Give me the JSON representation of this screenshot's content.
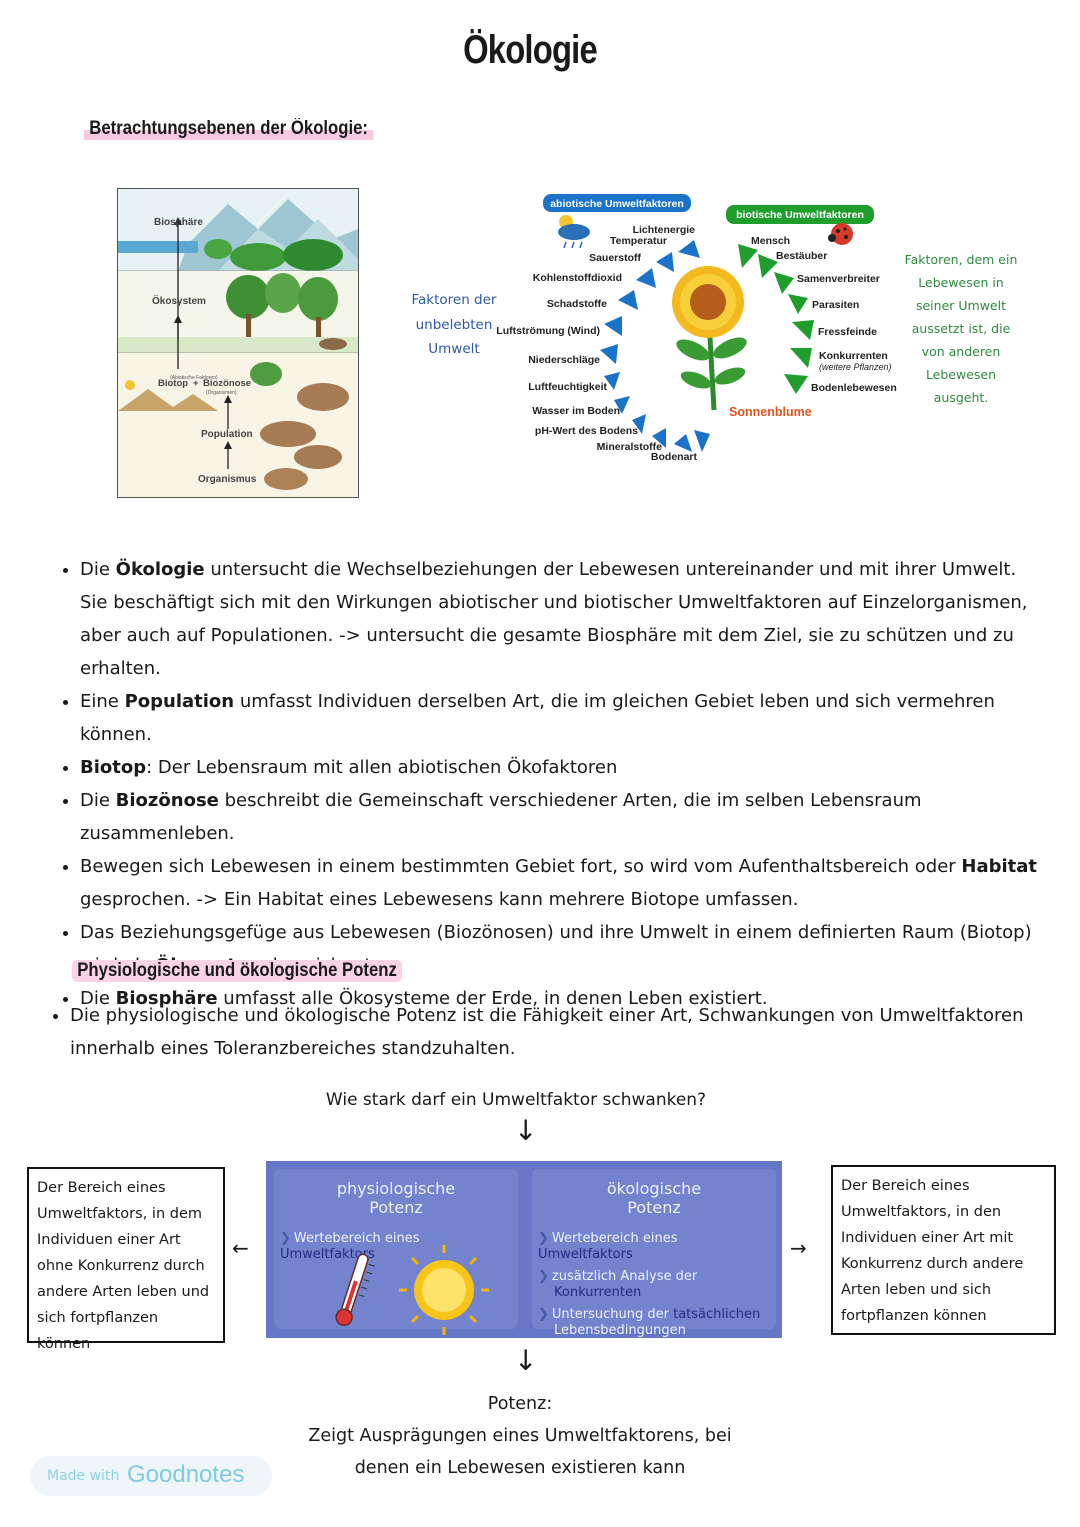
{
  "title": "Ökologie",
  "section1": {
    "heading": "Betrachtungsebenen der Ökologie:",
    "levels_figure": {
      "labels": [
        "Biosphäre",
        "Ökosystem",
        "(Abiotische Faktoren)",
        "Biotop",
        "+",
        "Biozönose",
        "(Organismen)",
        "Population",
        "Organismus"
      ]
    },
    "factors_figure": {
      "abiotic_header": "abiotische Umweltfaktoren",
      "biotic_header": "biotische Umweltfaktoren",
      "abiotic": [
        "Lichtenergie",
        "Temperatur",
        "Sauerstoff",
        "Kohlenstoffdioxid",
        "Schadstoffe",
        "Luftströmung (Wind)",
        "Niederschläge",
        "Luftfeuchtigkeit",
        "Wasser im Boden",
        "pH-Wert des Bodens",
        "Mineralstoffe",
        "Bodenart"
      ],
      "biotic": [
        "Mensch",
        "Bestäuber",
        "Samenverbreiter",
        "Parasiten",
        "Fressfeinde",
        "Konkurrenten",
        "(weitere Pflanzen)",
        "Bodenlebewesen"
      ],
      "center": "Sonnenblume"
    },
    "left_note": "Faktoren der unbelebten Umwelt",
    "right_note": "Faktoren, dem ein Lebewesen in seiner Umwelt aussetzt ist, die von anderen Lebewesen ausgeht."
  },
  "bullets": [
    {
      "pre": "Die ",
      "bold": "Ökologie",
      "post": " untersucht die Wechselbeziehungen der Lebewesen untereinander und mit ihrer Umwelt. Sie beschäftigt sich mit den Wirkungen abiotischer und biotischer Umweltfaktoren auf Einzelorganismen, aber auch auf Populationen. -> untersucht die gesamte Biosphäre mit dem Ziel, sie zu schützen und zu erhalten."
    },
    {
      "pre": "Eine ",
      "bold": "Population",
      "post": " umfasst Individuen derselben Art, die im gleichen Gebiet leben und sich vermehren können."
    },
    {
      "pre": "",
      "bold": "Biotop",
      "post": ": Der Lebensraum mit allen abiotischen Ökofaktoren"
    },
    {
      "pre": "Die ",
      "bold": "Biozönose",
      "post": " beschreibt die Gemeinschaft verschiedener Arten, die im selben Lebensraum zusammenleben."
    },
    {
      "pre": "Bewegen sich Lebewesen in einem bestimmten Gebiet fort, so wird vom Aufenthaltsbereich oder ",
      "bold": "Habitat",
      "post": " gesprochen. -> Ein Habitat eines Lebewesens kann mehrere Biotope umfassen."
    },
    {
      "pre": "Das Beziehungsgefüge aus Lebewesen (Biozönosen) und ihre Umwelt in einem definierten Raum (Biotop) wird als ",
      "bold": "Ökosystem",
      "post": " bezeichnet."
    },
    {
      "pre": "Die ",
      "bold": "Biosphäre",
      "post": " umfasst alle Ökosysteme der Erde, in denen Leben existiert."
    }
  ],
  "section2": {
    "heading": "Physiologische und ökologische Potenz",
    "bullet": "Die physiologische und ökologische Potenz ist die Fähigkeit einer Art, Schwankungen von Umweltfaktoren innerhalb eines Toleranzbereiches standzuhalten.",
    "question": "Wie stark darf ein Umweltfaktor schwanken?",
    "left_box": "Der Bereich eines Umweltfaktors, in dem Individuen einer Art ohne Konkurrenz durch andere Arten leben und sich fortpflanzen können",
    "right_box": "Der Bereich eines Umweltfaktors, in den Individuen einer Art mit Konkurrenz durch andere Arten leben und sich fortpflanzen können",
    "physio": {
      "title_1": "physiologische",
      "title_2": "Potenz",
      "item_pre": "Wertebereich eines ",
      "item_kw": "Umweltfaktors"
    },
    "oeko": {
      "title_1": "ökologische",
      "title_2": "Potenz",
      "item1_pre": "Wertebereich eines ",
      "item1_kw": "Umweltfaktors",
      "item2_pre": "zusätzlich Analyse der ",
      "item2_kw": "Konkurrenten",
      "item3_pre": "Untersuchung der ",
      "item3_kw": "tatsächlichen",
      "item3_post": " Lebensbedingungen"
    },
    "result_title": "Potenz:",
    "result_text": "Zeigt Ausprägungen eines Umweltfaktorens, bei denen ein Lebewesen existieren kann"
  },
  "badge": {
    "made_with": "Made with",
    "brand": "Goodnotes"
  },
  "colors": {
    "abiotic": "#1a73c9",
    "biotic": "#1f9e2d",
    "panel": "#6777c7",
    "highlight": "#f8c9e0"
  }
}
